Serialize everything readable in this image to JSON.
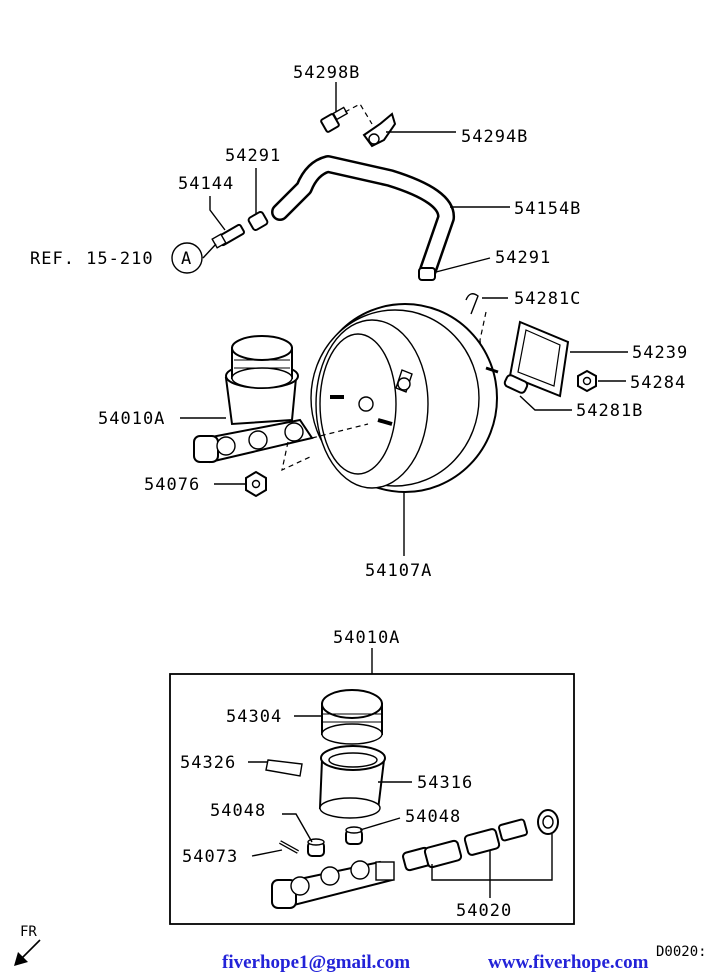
{
  "parts": {
    "p54298B": "54298B",
    "p54294B": "54294B",
    "p54291_top": "54291",
    "p54144": "54144",
    "p54154B": "54154B",
    "p54291_mid": "54291",
    "p54281C": "54281C",
    "p54239": "54239",
    "p54284": "54284",
    "p54281B": "54281B",
    "p54010A": "54010A",
    "p54076": "54076",
    "p54107A": "54107A",
    "p54010A_box": "54010A",
    "p54304": "54304",
    "p54326": "54326",
    "p54316": "54316",
    "p54048_left": "54048",
    "p54048_right": "54048",
    "p54073": "54073",
    "p54020": "54020"
  },
  "reference": {
    "text": "REF. 15-210",
    "circle_letter": "A"
  },
  "direction": "FR",
  "diagram_code": "D0020:",
  "footer": {
    "email": "fiverhope1@gmail.com",
    "website": "www.fiverhope.com"
  }
}
